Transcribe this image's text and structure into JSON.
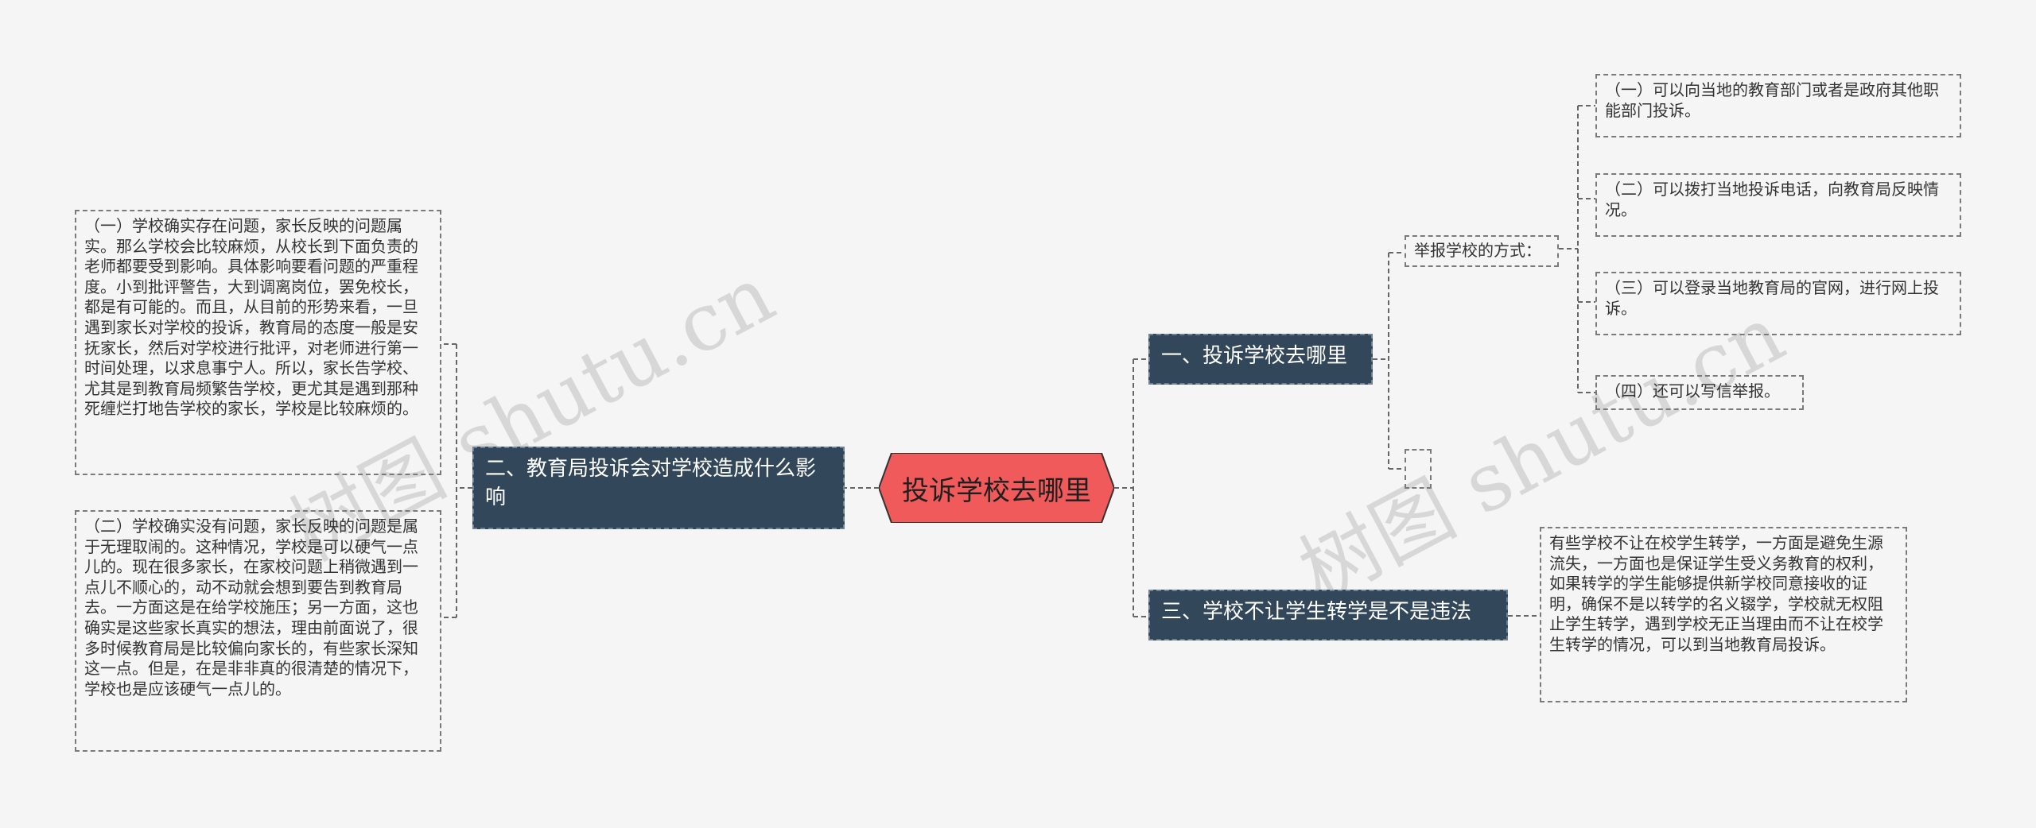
{
  "root": {
    "text": "投诉学校去哪里",
    "fill": "#f05a5a"
  },
  "branches": {
    "b1": "一、投诉学校去哪里",
    "b2": "二、教育局投诉会对学校造成什么影响",
    "b3": "三、学校不让学生转学是不是违法"
  },
  "b1_label": "举报学校的方式：",
  "b1_leaves": [
    "（一）可以向当地的教育部门或者是政府其他职能部门投诉。",
    "（二）可以拨打当地投诉电话，向教育局反映情况。",
    "（三）可以登录当地教育局的官网，进行网上投诉。",
    "（四）还可以写信举报。"
  ],
  "b2_leaves": [
    "（一）学校确实存在问题，家长反映的问题属实。那么学校会比较麻烦，从校长到下面负责的老师都要受到影响。具体影响要看问题的严重程度。小到批评警告，大到调离岗位，罢免校长，都是有可能的。而且，从目前的形势来看，一旦遇到家长对学校的投诉，教育局的态度一般是安抚家长，然后对学校进行批评，对老师进行第一时间处理，以求息事宁人。所以，家长告学校、尤其是到教育局频繁告学校，更尤其是遇到那种死缠烂打地告学校的家长，学校是比较麻烦的。",
    "（二）学校确实没有问题，家长反映的问题是属于无理取闹的。这种情况，学校是可以硬气一点儿的。现在很多家长，在家校问题上稍微遇到一点儿不顺心的，动不动就会想到要告到教育局去。一方面这是在给学校施压；另一方面，这也确实是这些家长真实的想法，理由前面说了，很多时候教育局是比较偏向家长的，有些家长深知这一点。但是，在是非非真的很清楚的情况下，学校也是应该硬气一点儿的。"
  ],
  "b3_leaf": "有些学校不让在校学生转学，一方面是避免生源流失，一方面也是保证学生受义务教育的权利，如果转学的学生能够提供新学校同意接收的证明，确保不是以转学的名义辍学，学校就无权阻止学生转学，遇到学校无正当理由而不让在校学生转学的情况，可以到当地教育局投诉。",
  "watermarks": [
    "树图 shutu.cn",
    "树图 shutu.cn"
  ],
  "colors": {
    "branch_bg": "#33475b",
    "root_fill": "#f05a5a",
    "background": "#f5f5f5",
    "line": "#666666"
  }
}
